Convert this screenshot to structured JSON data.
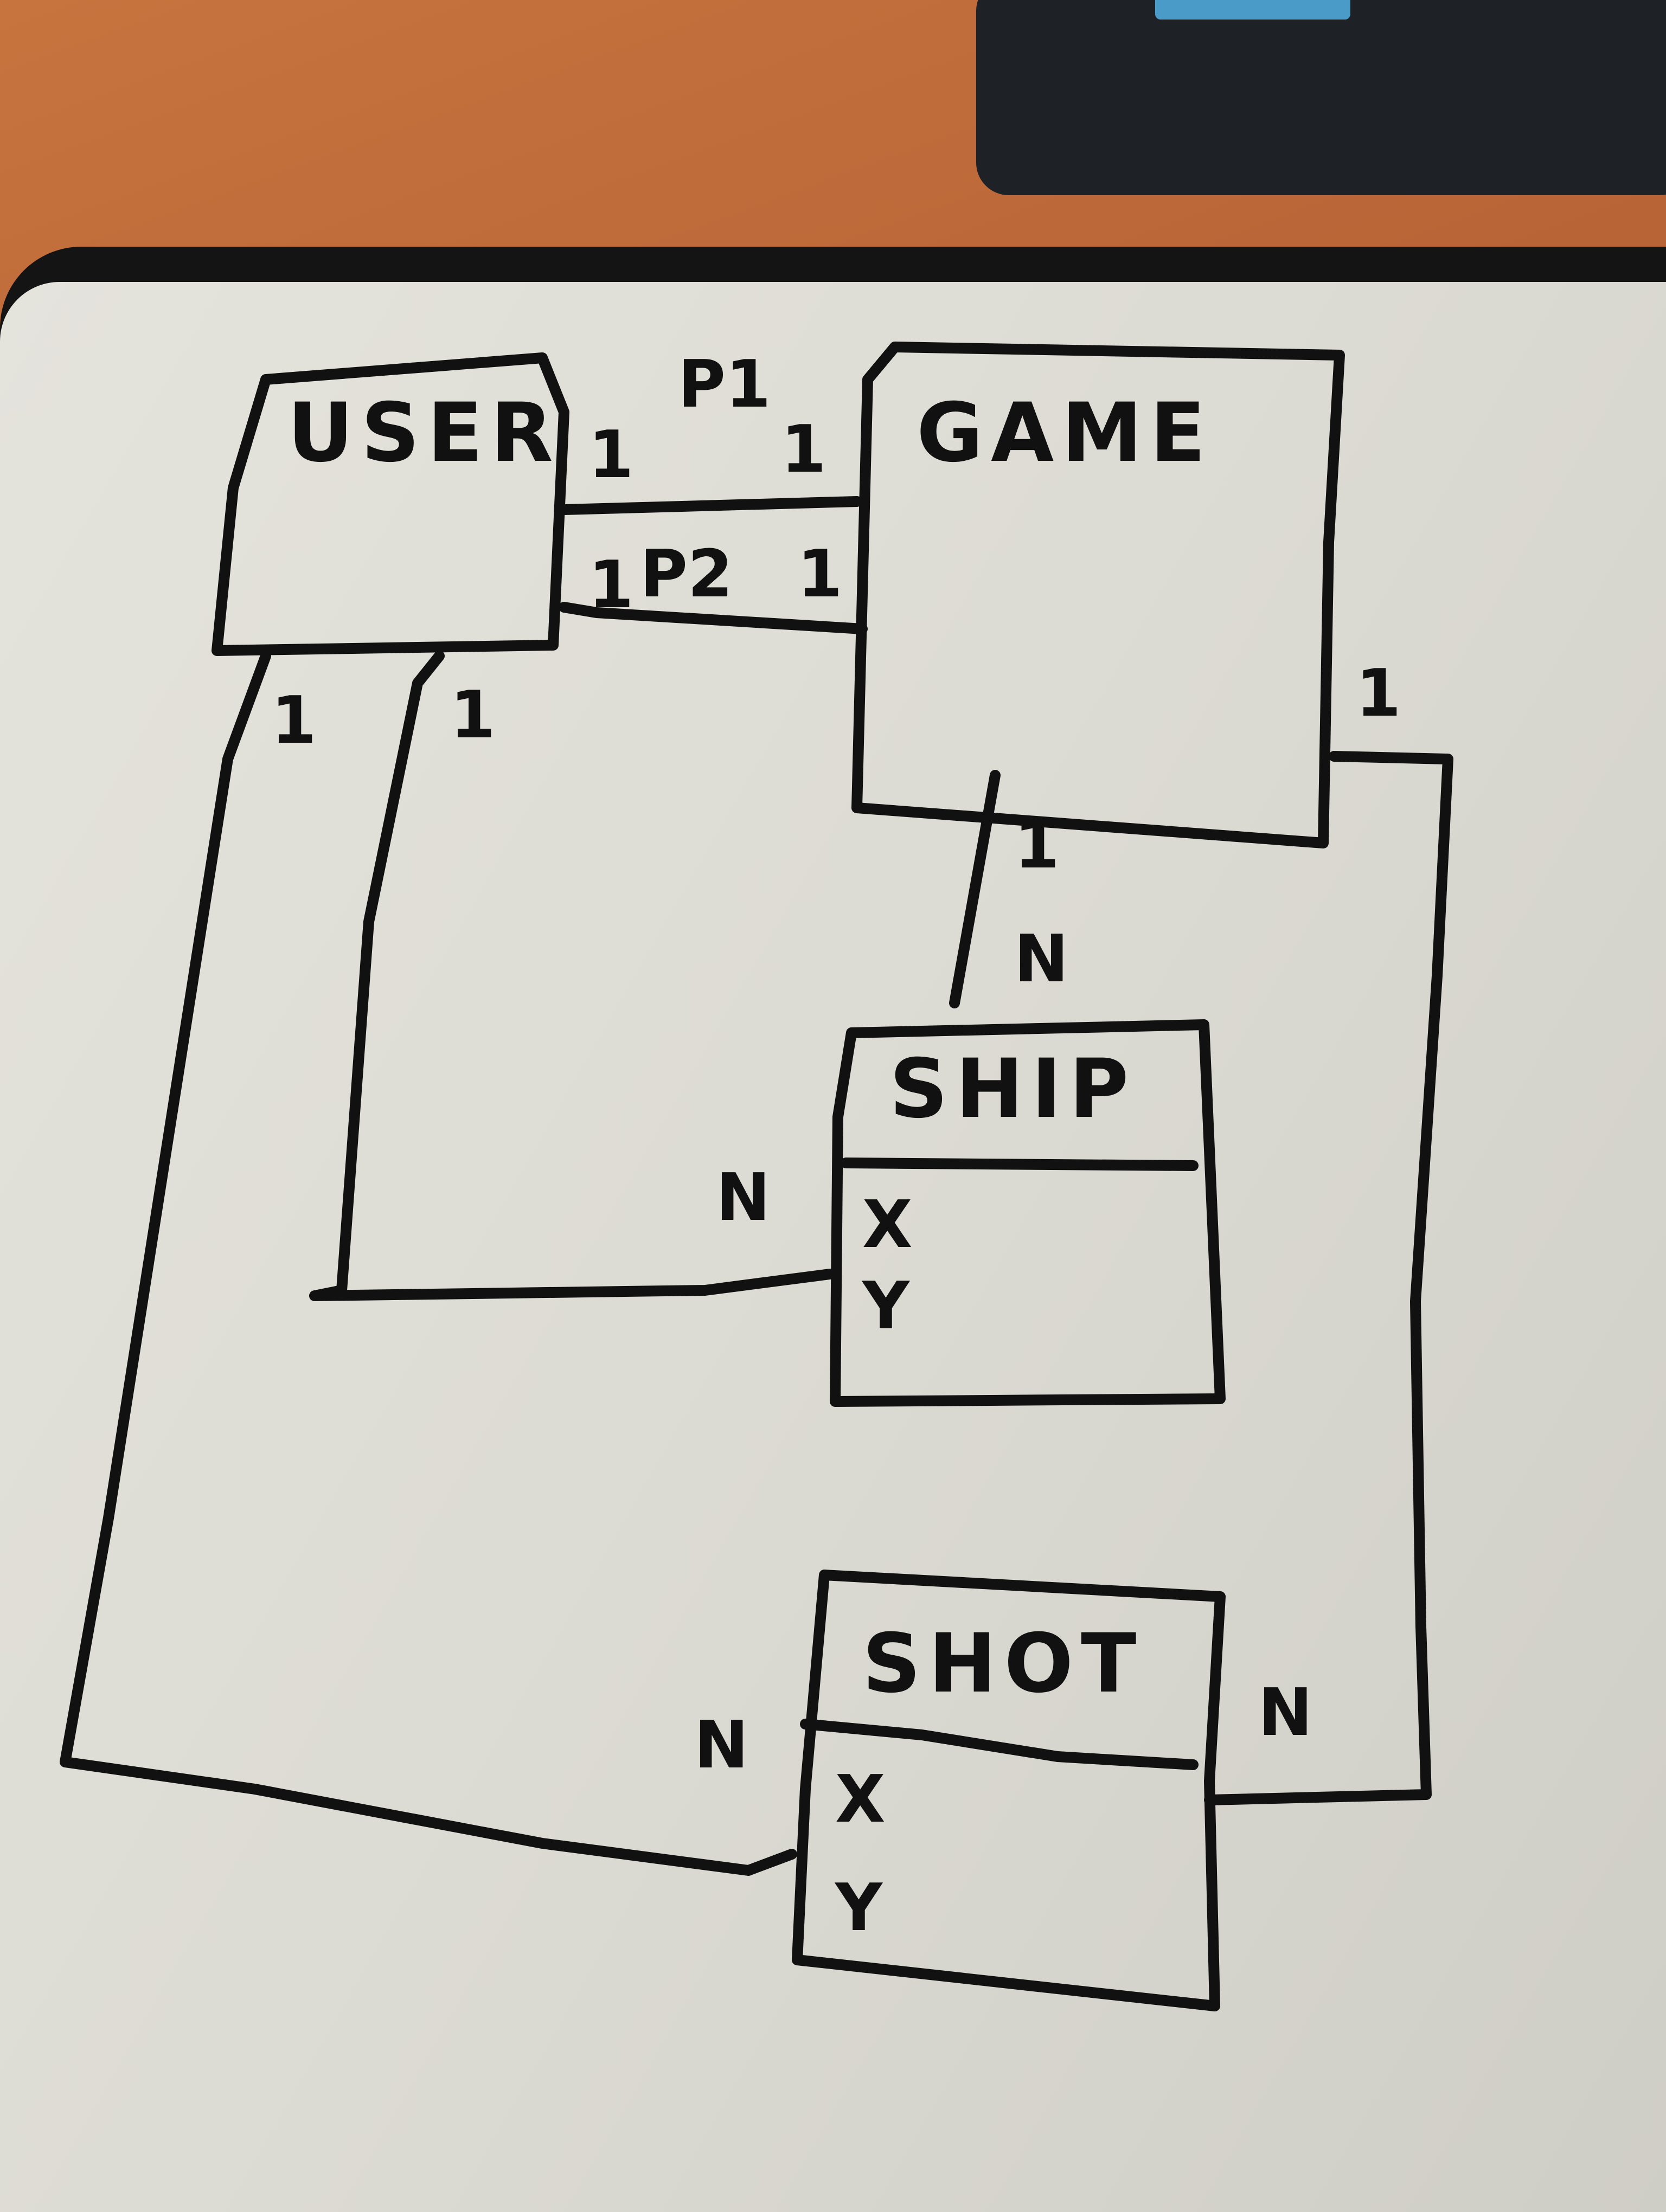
{
  "entities": {
    "user": {
      "name": "USER"
    },
    "game": {
      "name": "GAME"
    },
    "ship": {
      "name": "SHIP",
      "attributes": [
        "X",
        "Y"
      ]
    },
    "shot": {
      "name": "SHOT",
      "attributes": [
        "X",
        "Y"
      ]
    }
  },
  "relations": {
    "p1": {
      "label": "P1",
      "user_end": "1",
      "game_end": "1"
    },
    "p2": {
      "label": "P2",
      "user_end": "1",
      "game_end": "1"
    },
    "game_ship": {
      "game_end": "1",
      "ship_end": "N"
    },
    "user_ship": {
      "user_end": "1",
      "ship_end": "N"
    },
    "user_shot": {
      "user_end": "1",
      "shot_end": "N"
    },
    "game_shot": {
      "game_end": "1",
      "shot_end": "N"
    }
  }
}
